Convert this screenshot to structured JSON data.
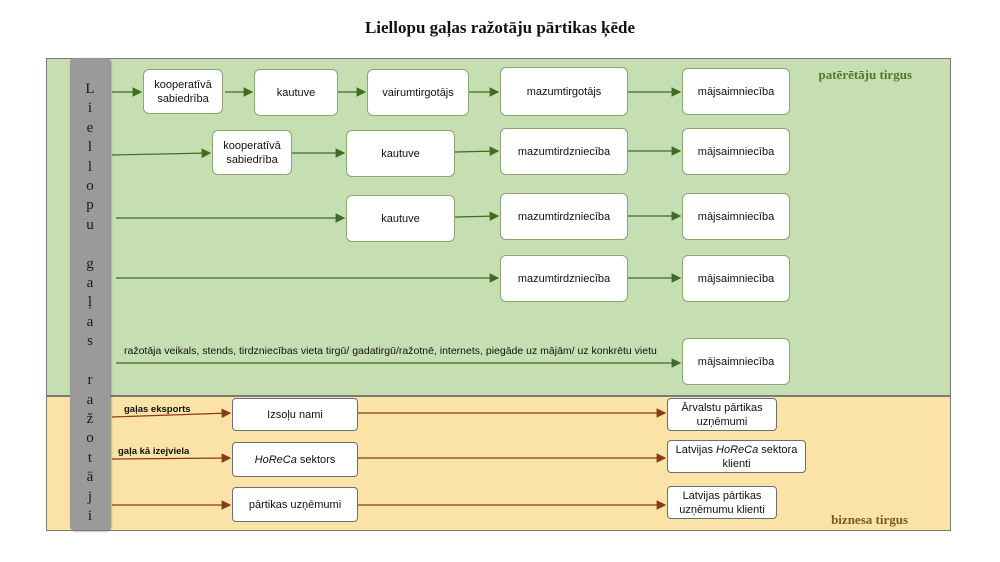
{
  "title": "Liellopu gaļas ražotāju pārtikas ķēde",
  "producer_label": "L\ni\ne\nl\nl\no\np\nu\n \ng\na\nļ\na\ns\n \nr\na\nž\no\nt\nā\nj\ni",
  "zones": {
    "consumer": "patērētāju tirgus",
    "business": "biznesa tirgus"
  },
  "chain1": {
    "n1": "kooperatīvā sabiedrība",
    "n2": "kautuve",
    "n3": "vairumtirgotājs",
    "n4": "mazumtirgotājs",
    "n5": "mājsaimniecība"
  },
  "chain2": {
    "n1": "kooperatīvā sabiedrība",
    "n2": "kautuve",
    "n3": "mazumtirdzniecība",
    "n4": "mājsaimniecība"
  },
  "chain3": {
    "n1": "kautuve",
    "n2": "mazumtirdzniecība",
    "n3": "mājsaimniecība"
  },
  "chain4": {
    "n1": "mazumtirdzniecība",
    "n2": "mājsaimniecība"
  },
  "chain5": {
    "label": "ražotāja veikals, stends, tirdzniecības vieta tirgū/ gadatirgū/ražotnē, internets, piegāde uz mājām/ uz konkrētu vietu",
    "n1": "mājsaimniecība"
  },
  "business": {
    "row1_label": "gaļas eksports",
    "row1_n1": "Izsoļu nami",
    "row1_n2": "Ārvalstu pārtikas uzņēmumi",
    "row2_label": "gaļa kā izejviela",
    "row2_n1_italic": "HoReCa",
    "row2_n1_rest": " sektors",
    "row2_n2_pre": "Latvijas ",
    "row2_n2_italic": "HoReCa",
    "row2_n2_post": " sektora klienti",
    "row3_n1": "pārtikas uzņēmumi",
    "row3_n2": "Latvijas pārtikas uzņēmumu klienti"
  },
  "colors": {
    "consumer_bg": "#c6dfb2",
    "business_bg": "#fbe2a6",
    "consumer_arrow": "#3f6b22",
    "business_arrow": "#8a3a1a",
    "producer_bar": "#9a9a9a"
  }
}
